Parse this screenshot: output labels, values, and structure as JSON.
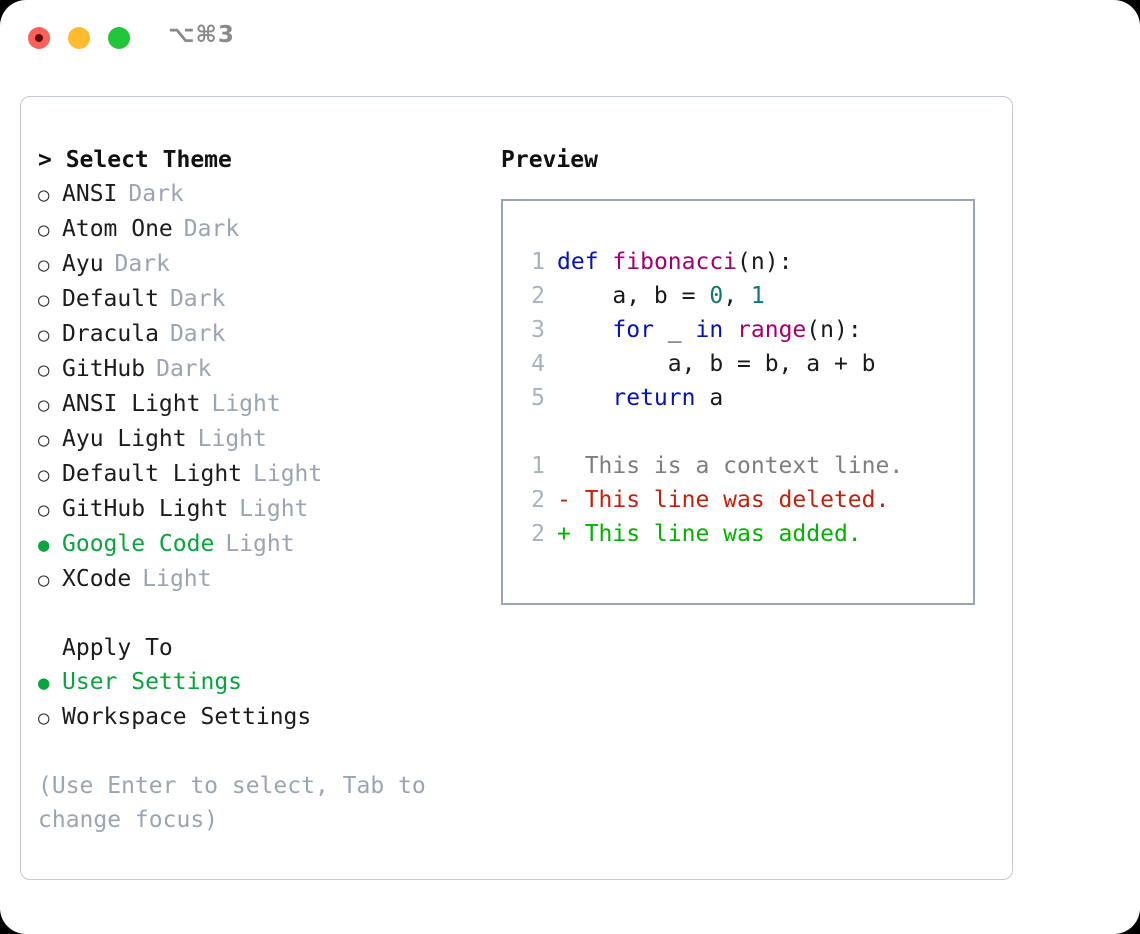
{
  "titlebar": {
    "shortcut": "⌥⌘3",
    "buttons": [
      {
        "name": "close",
        "color": "#fc6158"
      },
      {
        "name": "minimize",
        "color": "#fdbc2e"
      },
      {
        "name": "maximize",
        "color": "#21c53a"
      }
    ]
  },
  "theme_picker": {
    "heading": "> Select Theme",
    "caret": ">",
    "heading_text": "Select Theme",
    "marker_unselected": "○",
    "marker_selected": "●",
    "options": [
      {
        "marker": "○",
        "label": "ANSI",
        "tag": "Dark",
        "selected": false
      },
      {
        "marker": "○",
        "label": "Atom One",
        "tag": "Dark",
        "selected": false
      },
      {
        "marker": "○",
        "label": "Ayu",
        "tag": "Dark",
        "selected": false
      },
      {
        "marker": "○",
        "label": "Default",
        "tag": "Dark",
        "selected": false
      },
      {
        "marker": "○",
        "label": "Dracula",
        "tag": "Dark",
        "selected": false
      },
      {
        "marker": "○",
        "label": "GitHub",
        "tag": "Dark",
        "selected": false
      },
      {
        "marker": "○",
        "label": "ANSI Light",
        "tag": "Light",
        "selected": false
      },
      {
        "marker": "○",
        "label": "Ayu Light",
        "tag": "Light",
        "selected": false
      },
      {
        "marker": "○",
        "label": "Default Light",
        "tag": "Light",
        "selected": false
      },
      {
        "marker": "○",
        "label": "GitHub Light",
        "tag": "Light",
        "selected": false
      },
      {
        "marker": "●",
        "label": "Google Code",
        "tag": "Light",
        "selected": true
      },
      {
        "marker": "○",
        "label": "XCode",
        "tag": "Light",
        "selected": false
      }
    ]
  },
  "apply_to": {
    "heading": "Apply To",
    "options": [
      {
        "marker": "●",
        "label": "User Settings",
        "selected": true
      },
      {
        "marker": "○",
        "label": "Workspace Settings",
        "selected": false
      }
    ]
  },
  "hint": "(Use Enter to select, Tab to change focus)",
  "preview": {
    "title": "Preview",
    "code_lines": [
      {
        "num": "1",
        "tokens": [
          {
            "t": "def",
            "c": "kw"
          },
          {
            "t": " ",
            "c": "plain"
          },
          {
            "t": "fibonacci",
            "c": "fn"
          },
          {
            "t": "(n):",
            "c": "pun"
          }
        ]
      },
      {
        "num": "2",
        "tokens": [
          {
            "t": "    a, b = ",
            "c": "plain"
          },
          {
            "t": "0",
            "c": "num"
          },
          {
            "t": ", ",
            "c": "plain"
          },
          {
            "t": "1",
            "c": "num"
          }
        ]
      },
      {
        "num": "3",
        "tokens": [
          {
            "t": "    ",
            "c": "plain"
          },
          {
            "t": "for",
            "c": "kw"
          },
          {
            "t": " _ ",
            "c": "plain"
          },
          {
            "t": "in",
            "c": "kw"
          },
          {
            "t": " ",
            "c": "plain"
          },
          {
            "t": "range",
            "c": "fn"
          },
          {
            "t": "(n):",
            "c": "pun"
          }
        ]
      },
      {
        "num": "4",
        "tokens": [
          {
            "t": "        a, b = b, a + b",
            "c": "plain"
          }
        ]
      },
      {
        "num": "5",
        "tokens": [
          {
            "t": "    ",
            "c": "plain"
          },
          {
            "t": "return",
            "c": "kw"
          },
          {
            "t": " a",
            "c": "plain"
          }
        ]
      }
    ],
    "diff_lines": [
      {
        "num": "1",
        "text": "  This is a context line.",
        "kind": "ctx"
      },
      {
        "num": "2",
        "text": "- This line was deleted.",
        "kind": "del"
      },
      {
        "num": "2",
        "text": "+ This line was added.",
        "kind": "add"
      }
    ]
  },
  "colors": {
    "accent_green": "#0aa33f",
    "diff_add": "#05b005",
    "diff_delete": "#c2210d",
    "diff_context": "#7e7e7e",
    "tag_muted": "#9aa4b2",
    "keyword": "#0712b5",
    "function": "#a2006d",
    "number": "#0a7a72",
    "panel_border": "#c3c9d3",
    "preview_border": "#9aa5b4",
    "line_number": "#a9b2bf"
  }
}
